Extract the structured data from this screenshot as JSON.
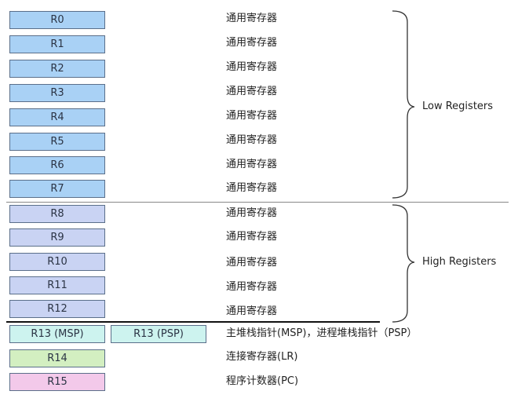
{
  "registers": {
    "low": [
      {
        "name": "R0",
        "desc": "通用寄存器"
      },
      {
        "name": "R1",
        "desc": "通用寄存器"
      },
      {
        "name": "R2",
        "desc": "通用寄存器"
      },
      {
        "name": "R3",
        "desc": "通用寄存器"
      },
      {
        "name": "R4",
        "desc": "通用寄存器"
      },
      {
        "name": "R5",
        "desc": "通用寄存器"
      },
      {
        "name": "R6",
        "desc": "通用寄存器"
      },
      {
        "name": "R7",
        "desc": "通用寄存器"
      }
    ],
    "high": [
      {
        "name": "R8",
        "desc": "通用寄存器"
      },
      {
        "name": "R9",
        "desc": "通用寄存器"
      },
      {
        "name": "R10",
        "desc": "通用寄存器"
      },
      {
        "name": "R11",
        "desc": "通用寄存器"
      },
      {
        "name": "R12",
        "desc": "通用寄存器"
      }
    ],
    "r13": {
      "msp": "R13 (MSP)",
      "psp": "R13 (PSP)",
      "desc": "主堆栈指针(MSP)，进程堆栈指针（PSP）"
    },
    "r14": {
      "name": "R14",
      "desc": "连接寄存器(LR)"
    },
    "r15": {
      "name": "R15",
      "desc": "程序计数器(PC)"
    }
  },
  "groups": {
    "low_label": "Low Registers",
    "high_label": "High Registers"
  },
  "colors": {
    "low": "#a9d1f5",
    "high": "#c9d3f3",
    "sp": "#cdf3ef",
    "lr": "#d3efc1",
    "pc": "#f3c9ea"
  }
}
